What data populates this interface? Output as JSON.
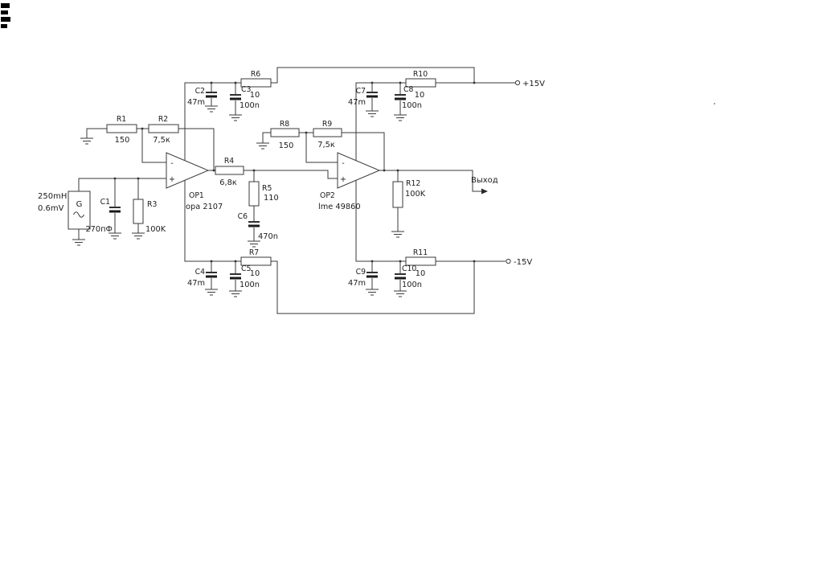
{
  "power": {
    "vplus_label": "+15V",
    "vminus_label": "-15V"
  },
  "output": {
    "label": "Выход"
  },
  "source": {
    "designator": "G",
    "inductance": "250mH",
    "voltage": "0.6mV"
  },
  "opamps": [
    {
      "ref": "OP1",
      "part": "opa 2107",
      "minus_sign": "-",
      "plus_sign": "+"
    },
    {
      "ref": "OP2",
      "part": "lme 49860",
      "minus_sign": "-",
      "plus_sign": "+"
    }
  ],
  "resistors": [
    {
      "ref": "R1",
      "value": "150"
    },
    {
      "ref": "R2",
      "value": "7,5к"
    },
    {
      "ref": "R3",
      "value": "100K"
    },
    {
      "ref": "R4",
      "value": "6,8к"
    },
    {
      "ref": "R5",
      "value": "110"
    },
    {
      "ref": "R6",
      "value": "10"
    },
    {
      "ref": "R7",
      "value": "10"
    },
    {
      "ref": "R8",
      "value": "150"
    },
    {
      "ref": "R9",
      "value": "7,5к"
    },
    {
      "ref": "R10",
      "value": "10"
    },
    {
      "ref": "R11",
      "value": "10"
    },
    {
      "ref": "R12",
      "value": "100K"
    }
  ],
  "capacitors": [
    {
      "ref": "C1",
      "value": "270пФ"
    },
    {
      "ref": "C2",
      "value": "47m"
    },
    {
      "ref": "C3",
      "value": "100n"
    },
    {
      "ref": "C4",
      "value": "47m"
    },
    {
      "ref": "C5",
      "value": "100n"
    },
    {
      "ref": "C6",
      "value": "470n"
    },
    {
      "ref": "C7",
      "value": "47m"
    },
    {
      "ref": "C8",
      "value": "100n"
    },
    {
      "ref": "C9",
      "value": "47m"
    },
    {
      "ref": "C10",
      "value": "100n"
    }
  ]
}
